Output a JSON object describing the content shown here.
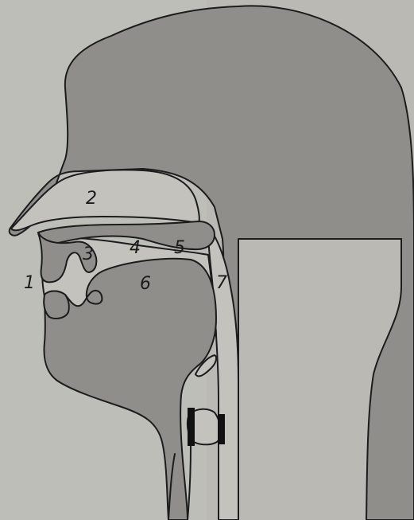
{
  "diagram": {
    "type": "vocal tract midsagittal section",
    "colors": {
      "background": "#b9b8b3",
      "paper_light": "#c4c3be",
      "shaded": "#8f8e8b",
      "outline": "#1c1c1c",
      "band": "#111111"
    },
    "labels": [
      {
        "id": "lips",
        "text": "1"
      },
      {
        "id": "nasal-cavity",
        "text": "2"
      },
      {
        "id": "alveolar-ridge",
        "text": "3"
      },
      {
        "id": "hard-palate",
        "text": "4"
      },
      {
        "id": "soft-palate",
        "text": "5"
      },
      {
        "id": "tongue",
        "text": "6"
      },
      {
        "id": "pharynx",
        "text": "7"
      }
    ]
  }
}
